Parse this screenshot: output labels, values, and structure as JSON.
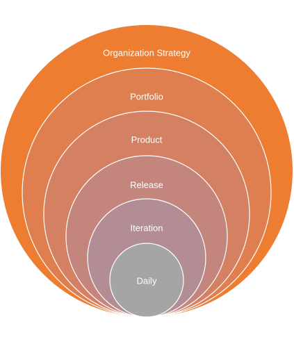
{
  "diagram": {
    "levels": [
      {
        "label": "Organization Strategy",
        "color": "#ED7D31"
      },
      {
        "label": "Portfolio",
        "color": "#DF7E4E"
      },
      {
        "label": "Product",
        "color": "#D38063"
      },
      {
        "label": "Release",
        "color": "#C4867C"
      },
      {
        "label": "Iteration",
        "color": "#B28E94"
      },
      {
        "label": "Daily",
        "color": "#A5A5A5"
      }
    ],
    "stroke_color": "#FFFFFF"
  }
}
